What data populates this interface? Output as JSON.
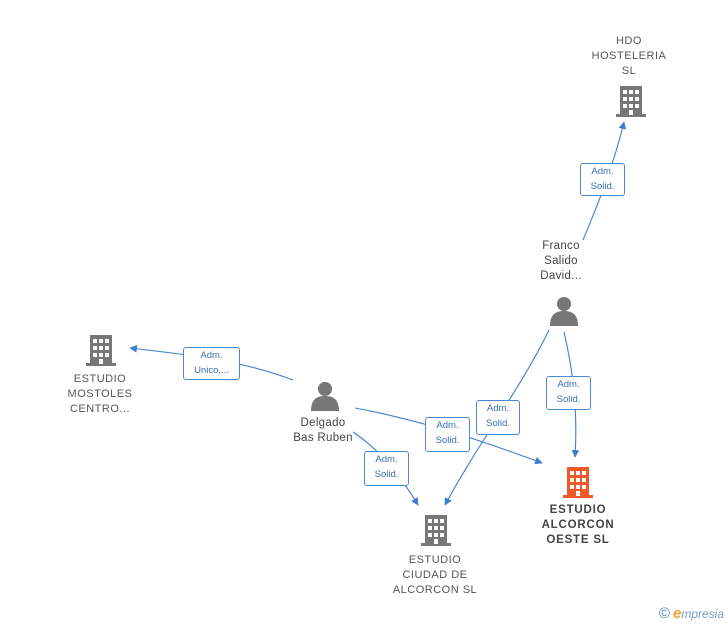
{
  "nodes": {
    "hdo": {
      "label": "HDO\nHOSTELERIA\nSL",
      "type": "company"
    },
    "franco": {
      "label": "Franco\nSalido\nDavid...",
      "type": "person"
    },
    "mostoles": {
      "label": "ESTUDIO\nMOSTOLES\nCENTRO...",
      "type": "company"
    },
    "delgado": {
      "label": "Delgado\nBas Ruben",
      "type": "person"
    },
    "alcorcon_oeste": {
      "label": "ESTUDIO\nALCORCON\nOESTE  SL",
      "type": "company-focus"
    },
    "ciudad": {
      "label": "ESTUDIO\nCIUDAD DE\nALCORCON  SL",
      "type": "company"
    }
  },
  "edges": {
    "franco_hdo": "Adm.\nSolid.",
    "delgado_mostoles": "Adm.\nUnico,...",
    "delgado_oeste": "Adm.\nSolid.",
    "franco_ciudad": "Adm.\nSolid.",
    "franco_oeste": "Adm.\nSolid.",
    "delgado_ciudad": "Adm.\nSolid."
  },
  "colors": {
    "company": "#777777",
    "focus": "#f05a28",
    "edge": "#3c7fd0"
  },
  "brand": {
    "copyright": "©",
    "first": "e",
    "rest": "mpresia"
  }
}
